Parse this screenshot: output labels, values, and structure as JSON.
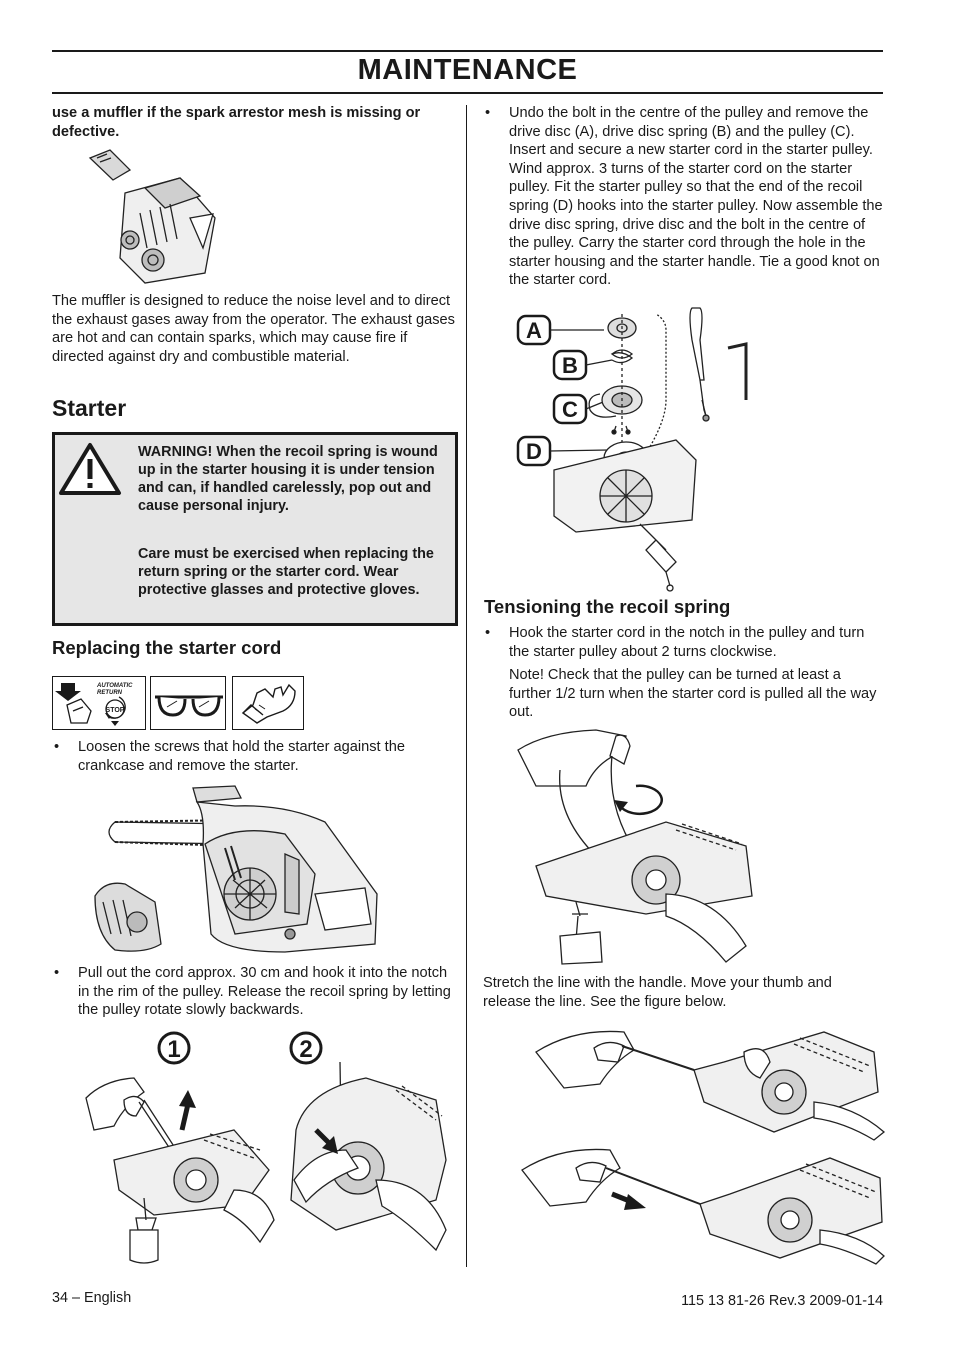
{
  "header": {
    "title": "MAINTENANCE"
  },
  "left": {
    "muffler_warning": "use a muffler if the spark arrestor mesh is missing or defective.",
    "muffler_text": "The muffler is designed to reduce the noise level and to direct the exhaust gases away from the operator. The exhaust gases are hot and can contain sparks, which may cause fire if directed against dry and combustible material.",
    "starter_heading": "Starter",
    "warning_1": "WARNING! When the recoil spring is wound up in the starter housing it is under tension and can, if handled carelessly, pop out and cause personal injury.",
    "warning_2": "Care must be exercised when replacing the return spring or the starter cord. Wear protective glasses and protective gloves.",
    "replacing_heading": "Replacing the starter cord",
    "ppe_icons": [
      "chain-brake-stop-icon",
      "protective-glasses-icon",
      "protective-gloves-icon"
    ],
    "ppe_label_1": "AUTOMATIC RETURN",
    "ppe_label_2": "STOP",
    "bullet_1": "Loosen the screws that hold the starter against the crankcase and remove the starter.",
    "bullet_2": "Pull out the cord approx. 30 cm and hook it into the notch in the rim of the pulley. Release the recoil spring by letting the pulley rotate slowly backwards.",
    "fig_step_1": "1",
    "fig_step_2": "2"
  },
  "right": {
    "bullet_1": "Undo the bolt in the centre of the pulley and remove the drive disc (A), drive disc spring (B) and the pulley (C). Insert and secure a new starter cord in the starter pulley. Wind approx. 3 turns of the starter cord on the starter pulley. Fit the starter pulley so that the end of the recoil spring (D) hooks into the starter pulley. Now assemble the drive disc spring, drive disc and the bolt in the centre of the pulley. Carry the starter cord through the hole in the starter housing and the starter handle. Tie a good knot on the starter cord.",
    "fig_labels": [
      "A",
      "B",
      "C",
      "D"
    ],
    "tensioning_heading": "Tensioning the recoil spring",
    "bullet_2": "Hook the starter cord in the notch in the pulley and turn the starter pulley about 2 turns clockwise.",
    "note": "Note! Check that the pulley can be turned at least a further 1/2 turn when the starter cord is pulled all the way out.",
    "stretch_text": "Stretch the line with the handle. Move your thumb and release the line. See the figure below."
  },
  "footer": {
    "page": "34 – English",
    "doc_ref": "115 13 81-26 Rev.3 2009-01-14"
  }
}
